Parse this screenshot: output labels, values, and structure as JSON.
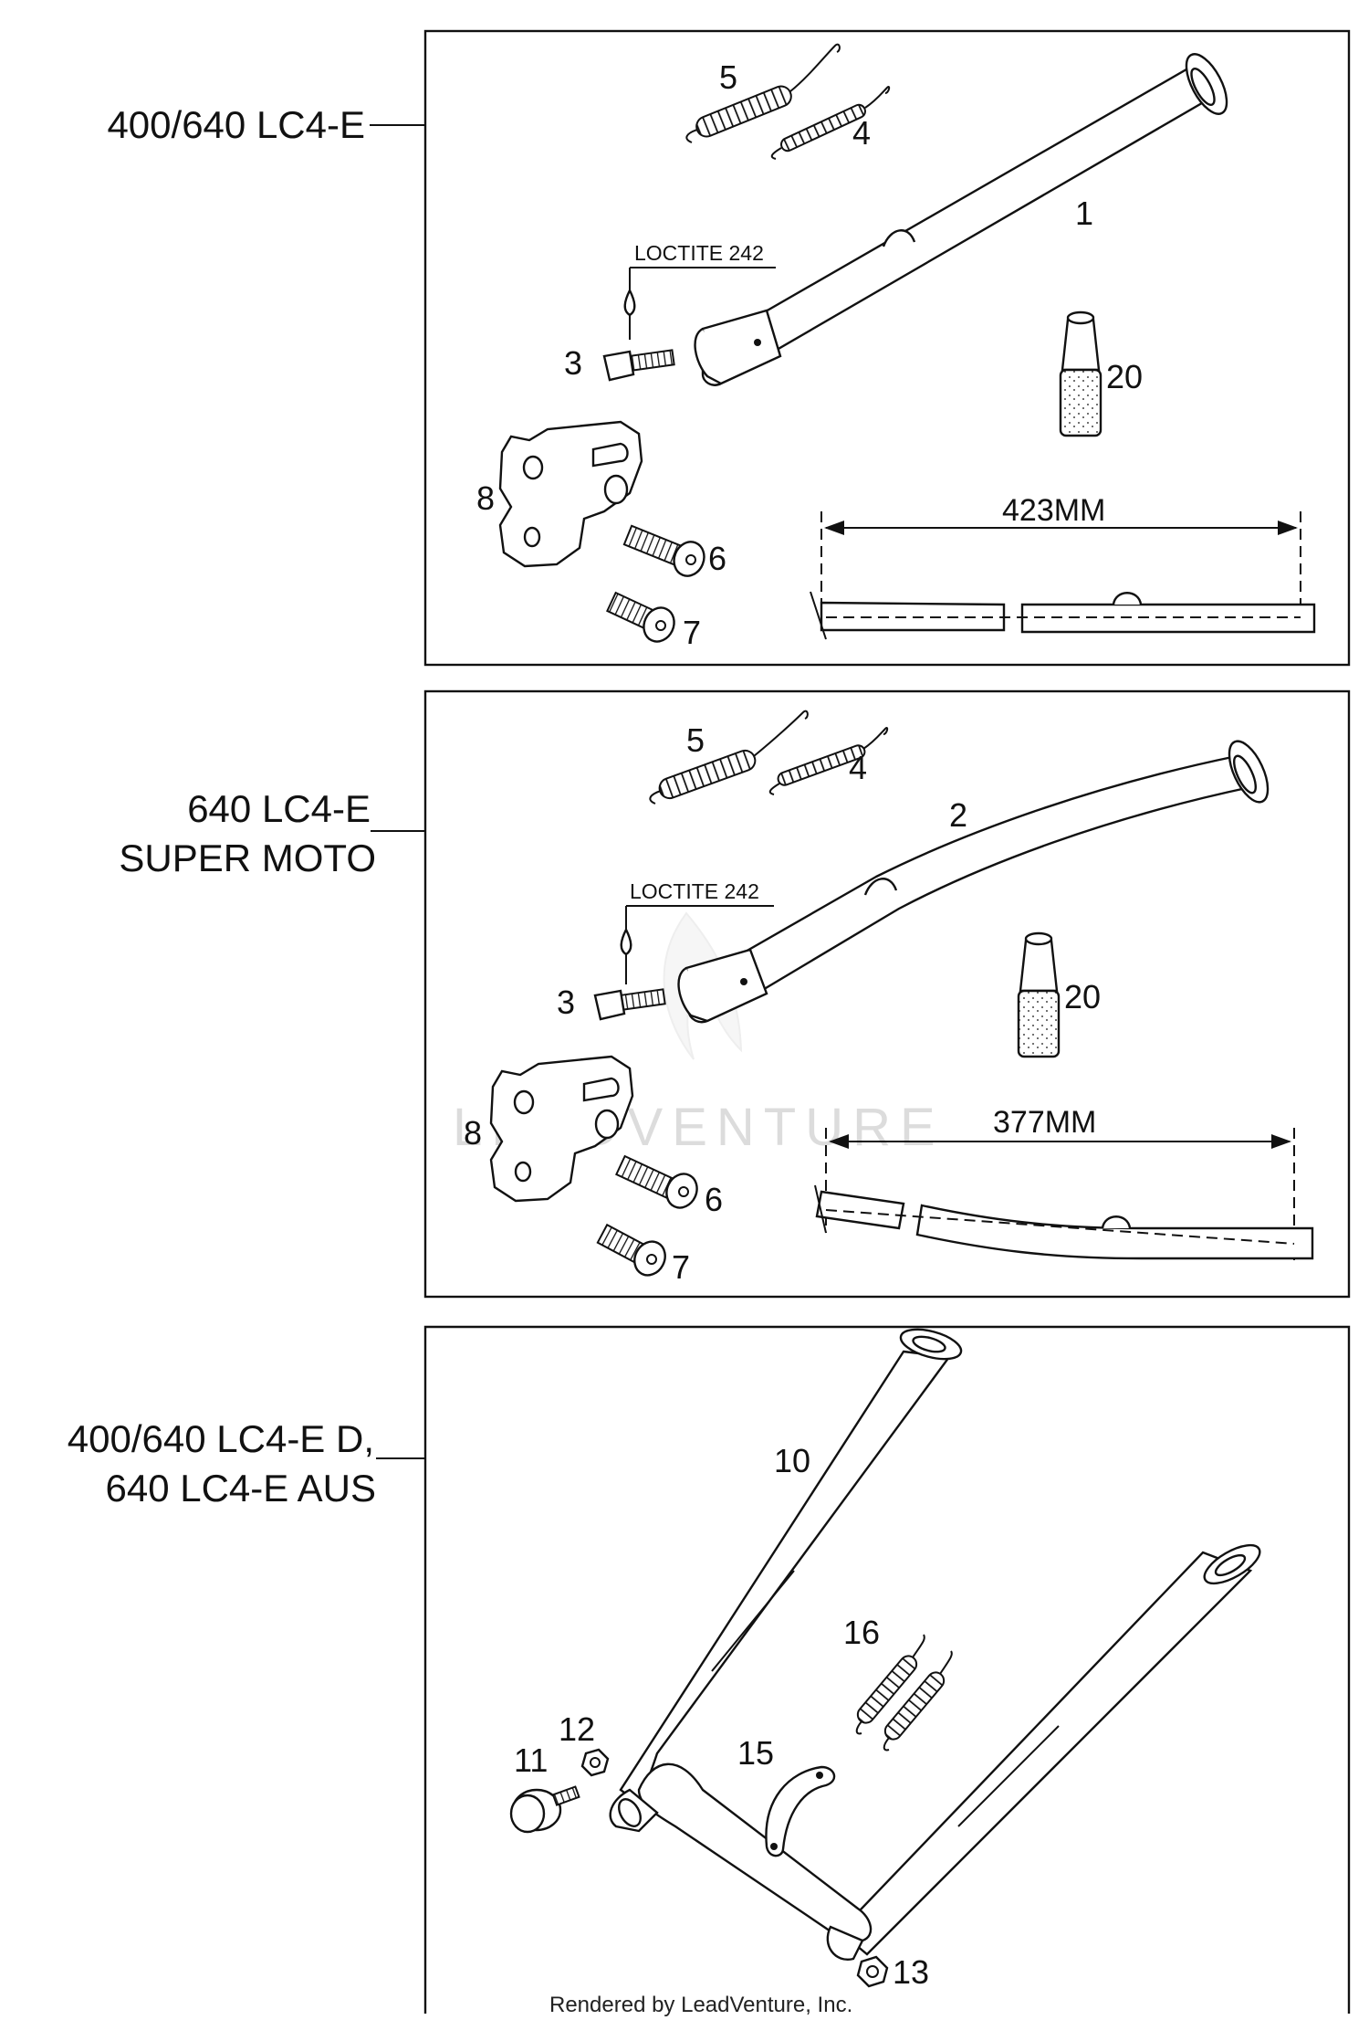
{
  "panels": [
    {
      "label_lines": [
        "400/640 LC4-E"
      ],
      "callouts": {
        "p1": "1",
        "p3": "3",
        "p4": "4",
        "p5": "5",
        "p6": "6",
        "p7": "7",
        "p8": "8",
        "p20": "20"
      },
      "loctite": "LOCTITE 242",
      "dimension": "423MM"
    },
    {
      "label_lines": [
        "640 LC4-E",
        "SUPER MOTO"
      ],
      "callouts": {
        "p2": "2",
        "p3": "3",
        "p4": "4",
        "p5": "5",
        "p6": "6",
        "p7": "7",
        "p8": "8",
        "p20": "20"
      },
      "loctite": "LOCTITE 242",
      "dimension": "377MM"
    },
    {
      "label_lines": [
        "400/640 LC4-E D,",
        "640 LC4-E AUS"
      ],
      "callouts": {
        "p10": "10",
        "p11": "11",
        "p12": "12",
        "p13": "13",
        "p15": "15",
        "p16": "16"
      }
    }
  ],
  "watermark": "LEADVENTURE",
  "footer": "Rendered by LeadVenture, Inc."
}
